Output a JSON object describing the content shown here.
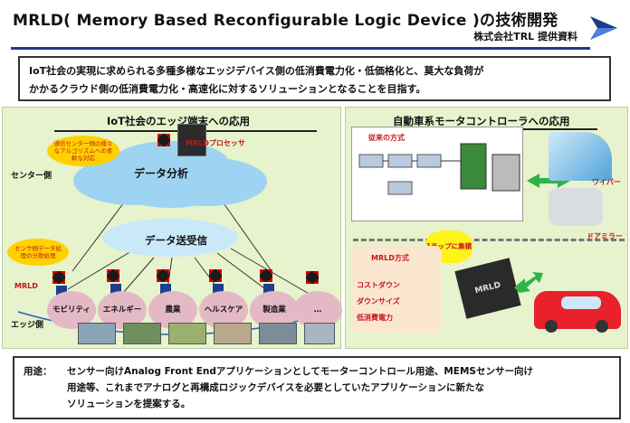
{
  "header": {
    "title": "MRLD( Memory Based Reconfigurable Logic Device )の技術開発",
    "company": "株式会社TRL 提供資料",
    "logo_icon": "trl-logo-icon"
  },
  "intro": {
    "line1": "IoT社会の実現に求められる多種多様なエッジデバイス側の低消費電力化・低価格化と、莫大な負荷が",
    "line2": "かかるクラウド側の低消費電力化・高速化に対するソリューションとなることを目指す。"
  },
  "left_panel": {
    "title": "IoT社会のエッジ端末への応用",
    "center_label": "センター側",
    "edge_label": "エッジ側",
    "mrld_processor_label": "MRLDプロセッサ",
    "mrld_label": "MRLD",
    "cloud_label": "データ分析",
    "hub_label": "データ送受信",
    "callout_top": "通信センター側の様々なアルゴリズムへの柔軟な対応",
    "callout_left": "センサ側データ処理の分散処理",
    "bubbles": [
      {
        "label": "モビリティ"
      },
      {
        "label": "エネルギー"
      },
      {
        "label": "農業"
      },
      {
        "label": "ヘルスケア"
      },
      {
        "label": "製造業"
      },
      {
        "label": "…"
      }
    ]
  },
  "right_panel": {
    "title": "自動車系モータコントローラへの応用",
    "conventional_label": "従来の方式",
    "mrld_method_label": "MRLD方式",
    "starburst": "1チップに集積",
    "benefits": [
      "コストダウン",
      "ダウンサイズ",
      "低消費電力"
    ],
    "chip_label": "MRLD",
    "wiper_label": "ワイパー",
    "mirror_label": "ドアミラー"
  },
  "footer": {
    "prefix": "用途：",
    "line1": "センサー向けAnalog Front Endアプリケーションとしてモーターコントロール用途、MEMSセンサー向け",
    "line2": "用途等、これまでアナログと再構成ロジックデバイスを必要としていたアプリケーションに新たな",
    "line3": "ソリューションを提案する。"
  },
  "colors": {
    "rule": "#1d3b8a",
    "panel_bg": "#e6f3cc",
    "cloud": "#9fd3f2",
    "accent_red": "#c4161c"
  }
}
